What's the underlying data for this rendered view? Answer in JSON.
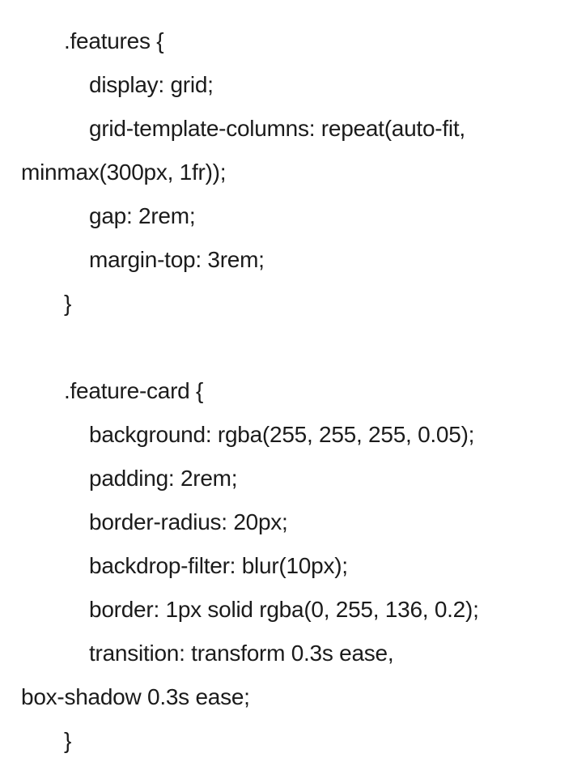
{
  "document": {
    "background_color": "#ffffff",
    "text_color": "#1b1b1b",
    "content_type": "css-code",
    "lines": [
      {
        "text": ".features {",
        "indent": 1
      },
      {
        "text": "display: grid;",
        "indent": 2
      },
      {
        "text": "grid-template-columns: repeat(auto-fit,",
        "indent": 2
      },
      {
        "text": "minmax(300px, 1fr));",
        "indent": 0
      },
      {
        "text": "gap: 2rem;",
        "indent": 2
      },
      {
        "text": "margin-top: 3rem;",
        "indent": 2
      },
      {
        "text": "}",
        "indent": 1
      },
      {
        "text": "",
        "indent": 0
      },
      {
        "text": ".feature-card {",
        "indent": 1
      },
      {
        "text": "background: rgba(255, 255, 255, 0.05);",
        "indent": 2
      },
      {
        "text": "padding: 2rem;",
        "indent": 2
      },
      {
        "text": "border-radius: 20px;",
        "indent": 2
      },
      {
        "text": "backdrop-filter: blur(10px);",
        "indent": 2
      },
      {
        "text": "border: 1px solid rgba(0, 255, 136, 0.2);",
        "indent": 2
      },
      {
        "text": "transition: transform 0.3s ease,",
        "indent": 2
      },
      {
        "text": "box-shadow 0.3s ease;",
        "indent": 0
      },
      {
        "text": "}",
        "indent": 1
      }
    ]
  }
}
